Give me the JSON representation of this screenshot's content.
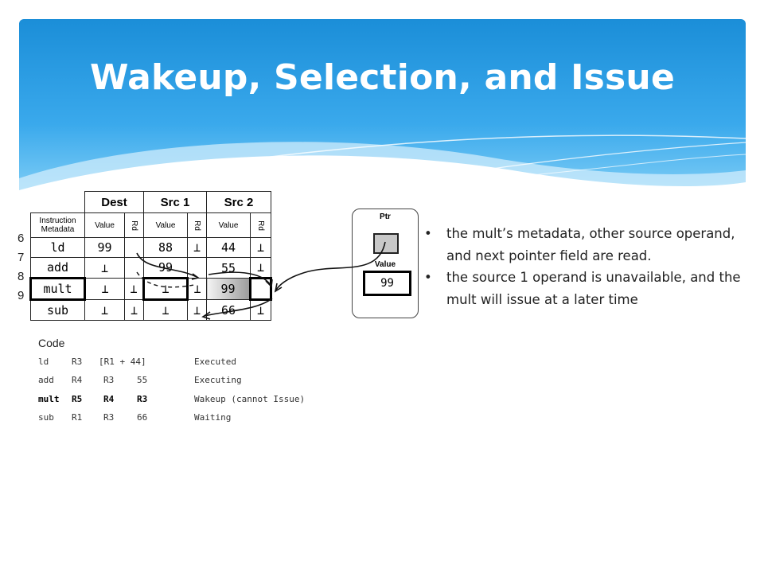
{
  "title": "Wakeup, Selection, and Issue",
  "colors": {
    "banner_top": "#1b8ed8",
    "banner_bottom": "#7fd0f7",
    "title_text": "#ffffff"
  },
  "table": {
    "groups": [
      "Dest",
      "Src 1",
      "Src 2"
    ],
    "sub_headers": [
      "Instruction Metadata",
      "Value",
      "Rd",
      "Value",
      "Rd",
      "Value",
      "Rd"
    ],
    "row_numbers": [
      "6",
      "7",
      "8",
      "9"
    ],
    "rows": [
      [
        "ld",
        "99",
        "",
        "88",
        "⊥",
        "44",
        "⊥"
      ],
      [
        "add",
        "⊥",
        "",
        "99",
        "",
        "55",
        "⊥"
      ],
      [
        "mult",
        "⊥",
        "⊥",
        "⊥",
        "⊥",
        "99",
        ""
      ],
      [
        "sub",
        "⊥",
        "⊥",
        "⊥",
        "⊥",
        "66",
        "⊥"
      ]
    ]
  },
  "pointer_box": {
    "ptr_label": "Ptr",
    "value_label": "Value",
    "value": "99"
  },
  "code": {
    "heading": "Code",
    "lines": [
      {
        "op": "ld",
        "a": "R3",
        "b": "[R1 + 44]",
        "c": "",
        "status": "Executed",
        "bold": false
      },
      {
        "op": "add",
        "a": "R4",
        "b": "R3",
        "c": "55",
        "status": "Executing",
        "bold": false
      },
      {
        "op": "mult",
        "a": "R5",
        "b": "R4",
        "c": "R3",
        "status": "Wakeup (cannot Issue)",
        "bold": true
      },
      {
        "op": "sub",
        "a": "R1",
        "b": "R3",
        "c": "66",
        "status": "Waiting",
        "bold": false
      }
    ]
  },
  "bullets": [
    "the mult’s metadata, other source operand, and next pointer field are read.",
    "the source 1 operand is unavailable, and the mult will issue at a later time"
  ],
  "bullet_glyph": "•"
}
